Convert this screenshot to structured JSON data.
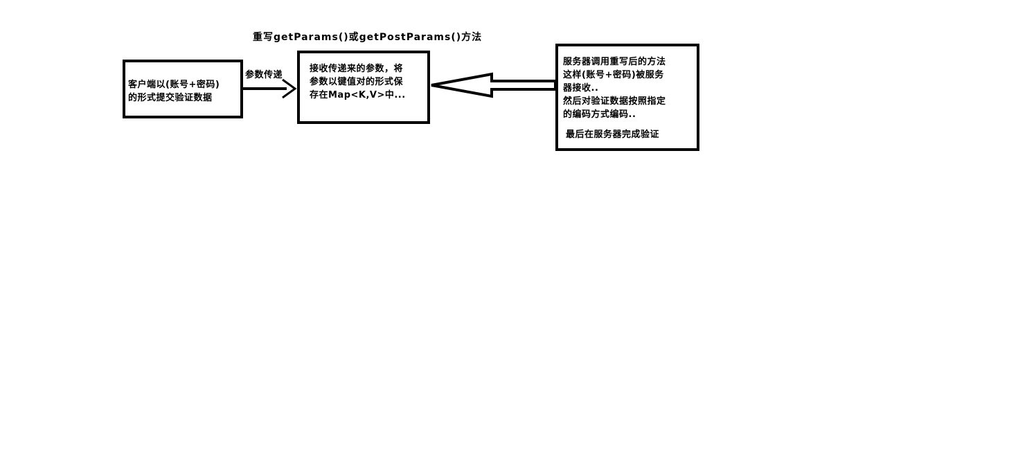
{
  "diagram": {
    "override_label": "重写getParams()或getPostParams()方法",
    "param_pass_label": "参数传递",
    "client_box": {
      "text": "客户端以(账号+密码)\n的形式提交验证数据"
    },
    "receive_box": {
      "text": "接收传递来的参数，将\n参数以键值对的形式保\n存在Map<K,V>中..."
    },
    "server_box": {
      "text_main": "服务器调用重写后的方法\n这样(账号+密码)被服务\n器接收..\n然后对验证数据按照指定\n的编码方式编码..",
      "text_final": "最后在服务器完成验证"
    },
    "colors": {
      "stroke": "#000000",
      "background": "#ffffff"
    }
  }
}
